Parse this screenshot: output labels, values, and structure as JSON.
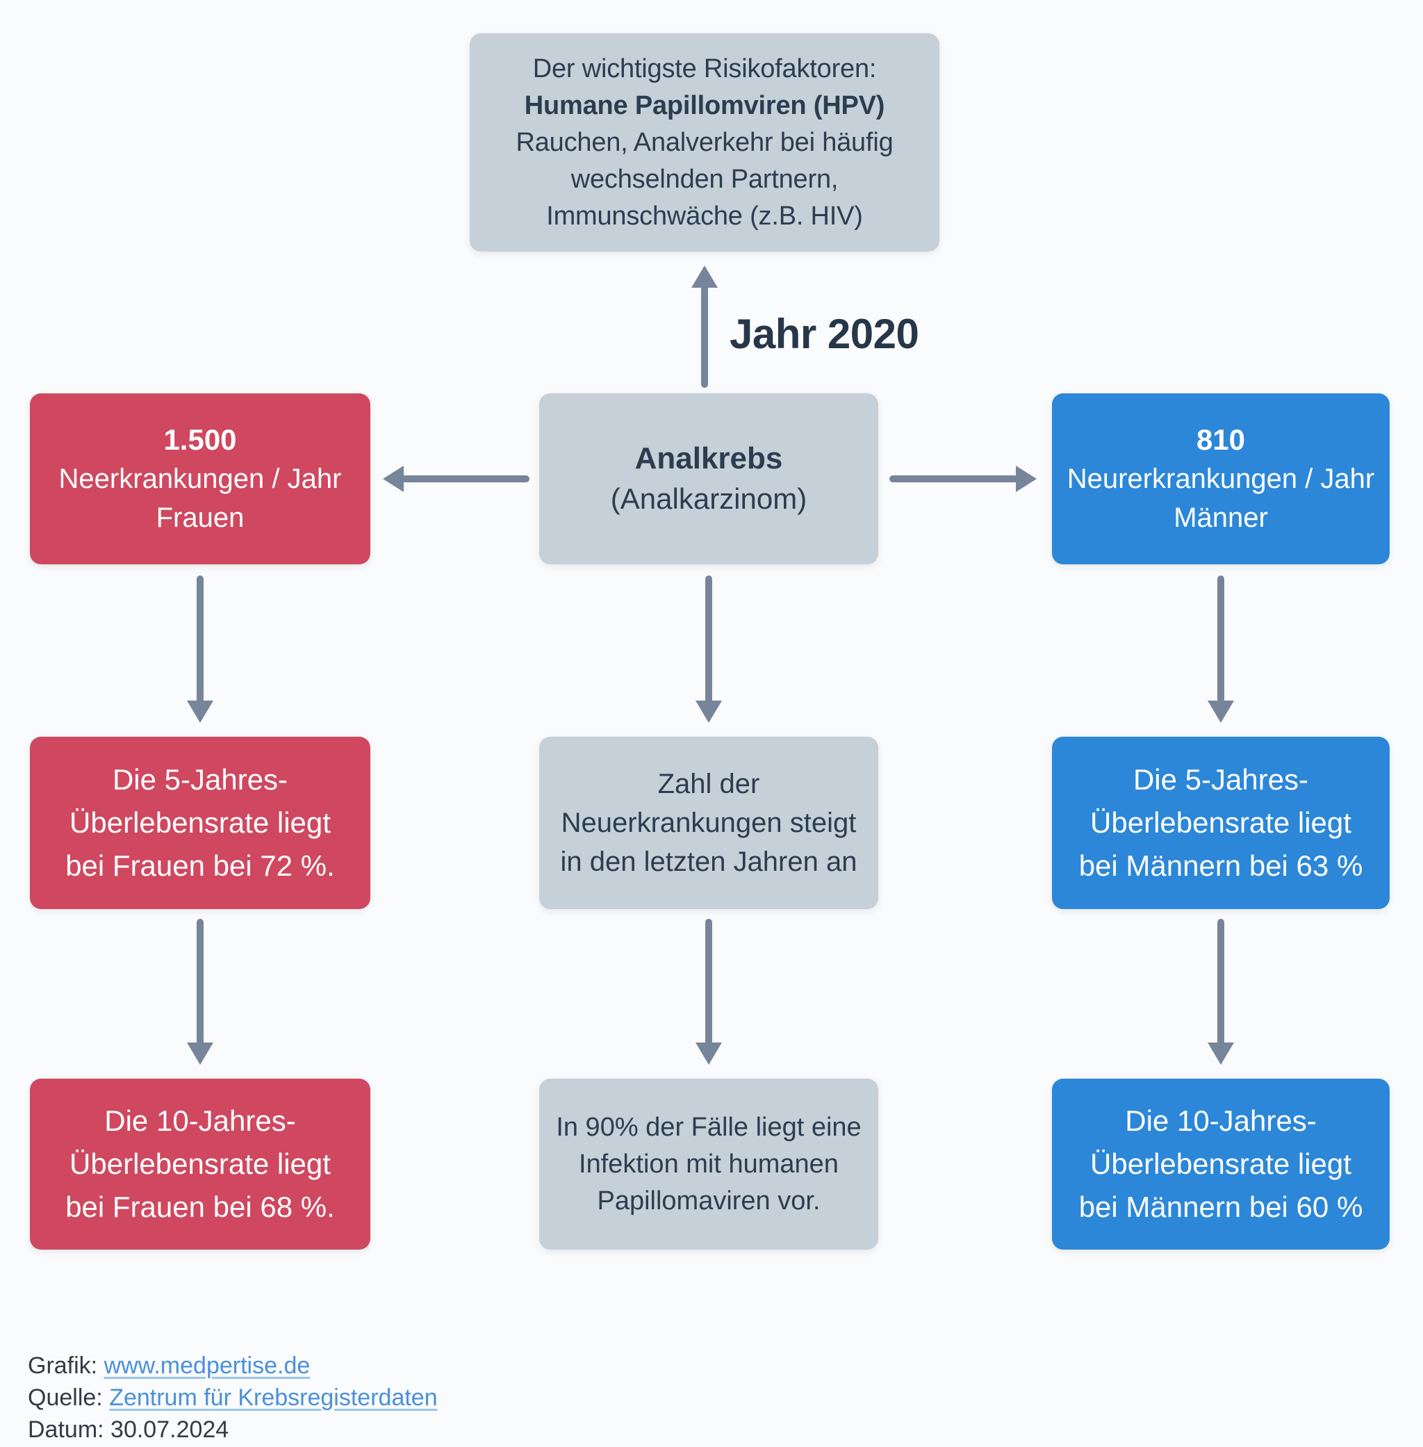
{
  "year_label": "Jahr 2020",
  "colors": {
    "background": "#fafbfc",
    "box_gray": "#c6d0d9",
    "box_red": "#cf4860",
    "box_blue": "#2c87d8",
    "arrow": "#76859a",
    "text_dark": "#2c3d4f",
    "link_blue": "#4a90dc"
  },
  "risk_box": {
    "line1": "Der wichtigste Risikofaktoren:",
    "line2": "Humane Papillomviren (HPV)",
    "line3": "Rauchen, Analverkehr bei häufig",
    "line4": "wechselnden Partnern,",
    "line5": "Immunschwäche (z.B. HIV)"
  },
  "center_box": {
    "title": "Analkrebs",
    "subtitle": "(Analkarzinom)"
  },
  "women_incidence": {
    "value": "1.500",
    "line2": "Neerkrankungen / Jahr",
    "line3": "Frauen"
  },
  "men_incidence": {
    "value": "810",
    "line2": "Neurerkrankungen / Jahr",
    "line3": "Männer"
  },
  "women_5yr": {
    "line1": "Die 5-Jahres-",
    "line2": "Überlebensrate liegt",
    "line3": "bei Frauen bei 72 %."
  },
  "men_5yr": {
    "line1": "Die 5-Jahres-",
    "line2": "Überlebensrate liegt",
    "line3": "bei Männern bei 63 %"
  },
  "women_10yr": {
    "line1": "Die 10-Jahres-",
    "line2": "Überlebensrate liegt",
    "line3": "bei Frauen bei 68 %."
  },
  "men_10yr": {
    "line1": "Die 10-Jahres-",
    "line2": "Überlebensrate liegt",
    "line3": "bei Männern bei 60 %"
  },
  "trend_box": {
    "line1": "Zahl der",
    "line2": "Neuerkrankungen steigt",
    "line3": "in den letzten Jahren an"
  },
  "hpv_box": {
    "line1": "In 90% der Fälle liegt eine",
    "line2": "Infektion mit humanen",
    "line3": "Papillomaviren vor."
  },
  "footer": {
    "grafik_label": "Grafik:",
    "grafik_link": "www.medpertise.de",
    "quelle_label": "Quelle:",
    "quelle_link": "Zentrum für Krebsregisterdaten",
    "datum_label": "Datum:",
    "datum_value": "30.07.2024"
  }
}
